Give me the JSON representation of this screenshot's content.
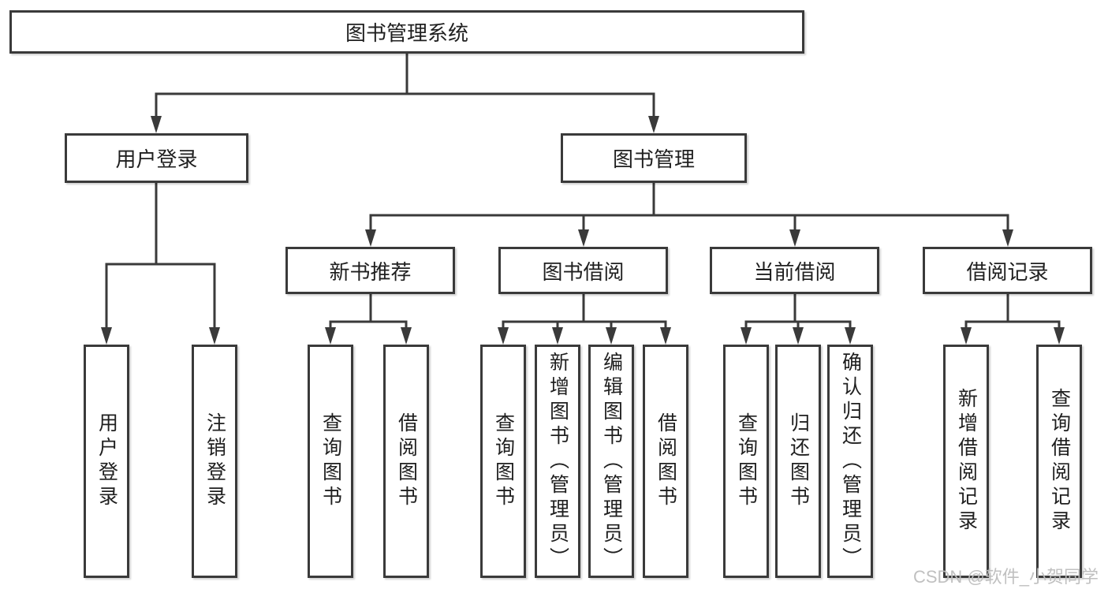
{
  "colors": {
    "line": "#3a3a3a",
    "border": "#3a3a3a",
    "background": "#ffffff",
    "text": "#1f1f1f",
    "watermark": "#bdbdbd"
  },
  "watermark": "CSDN @软件_小贺同学",
  "tree": {
    "root": {
      "label": "图书管理系统",
      "children": [
        {
          "label": "用户登录",
          "children": [
            {
              "label": "用户登录"
            },
            {
              "label": "注销登录"
            }
          ]
        },
        {
          "label": "图书管理",
          "children": [
            {
              "label": "新书推荐",
              "children": [
                {
                  "label": "查询图书"
                },
                {
                  "label": "借阅图书"
                }
              ]
            },
            {
              "label": "图书借阅",
              "children": [
                {
                  "label": "查询图书"
                },
                {
                  "label": "新增图书（管理员）"
                },
                {
                  "label": "编辑图书（管理员）"
                },
                {
                  "label": "借阅图书"
                }
              ]
            },
            {
              "label": "当前借阅",
              "children": [
                {
                  "label": "查询图书"
                },
                {
                  "label": "归还图书"
                },
                {
                  "label": "确认归还（管理员）"
                }
              ]
            },
            {
              "label": "借阅记录",
              "children": [
                {
                  "label": "新增借阅记录"
                },
                {
                  "label": "查询借阅记录"
                }
              ]
            }
          ]
        }
      ]
    }
  }
}
